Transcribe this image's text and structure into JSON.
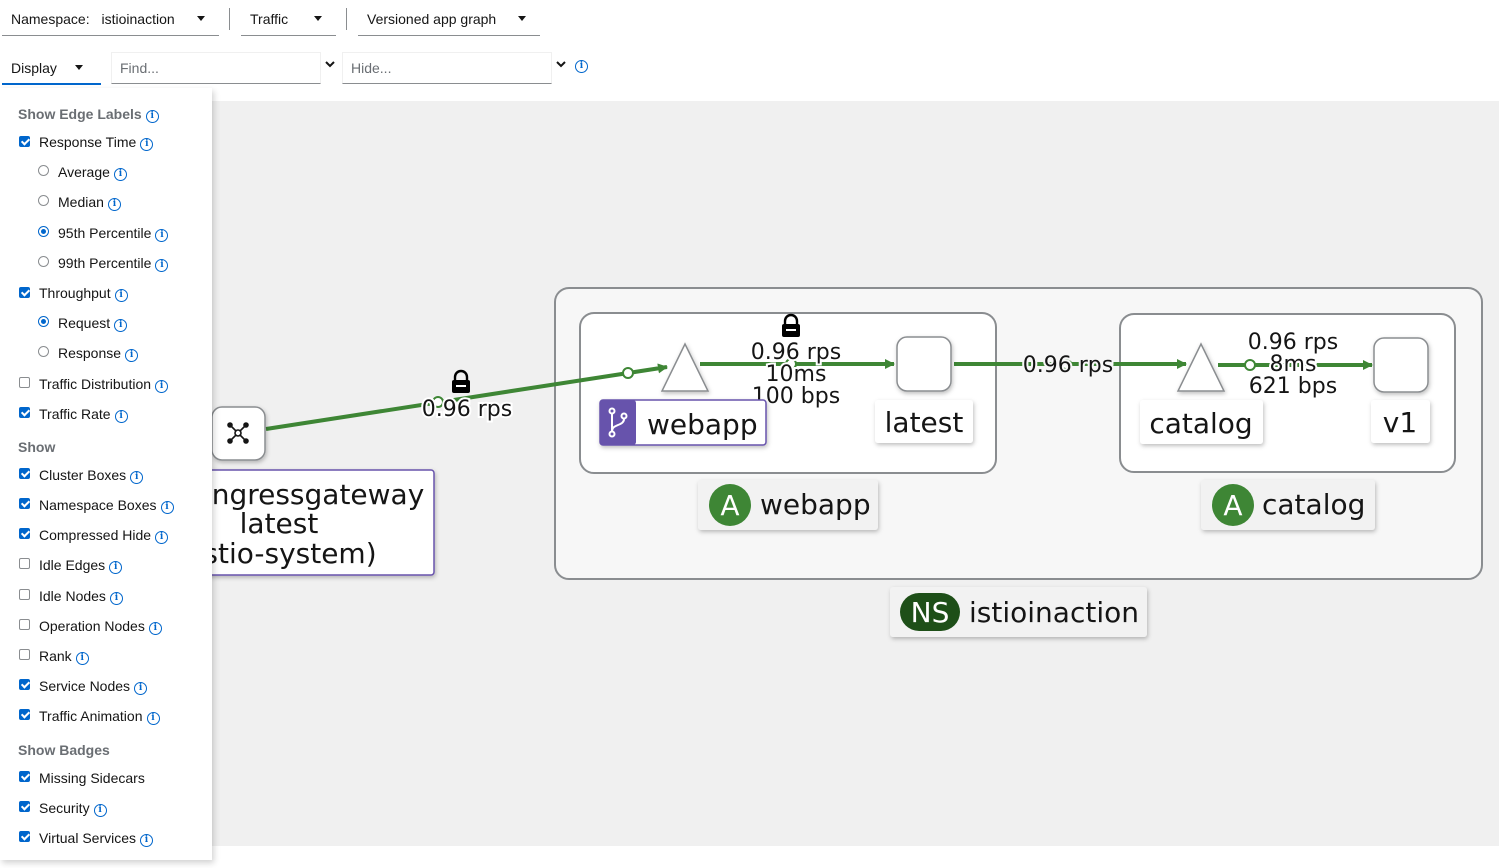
{
  "toolbar": {
    "namespace_label": "Namespace:",
    "namespace_value": "istioinaction",
    "traffic_label": "Traffic",
    "graph_type_label": "Versioned app graph",
    "display_label": "Display",
    "find_placeholder": "Find...",
    "hide_placeholder": "Hide..."
  },
  "display_menu": {
    "edge_labels_heading": "Show Edge Labels",
    "response_time": "Response Time",
    "average": "Average",
    "median": "Median",
    "p95": "95th Percentile",
    "p99": "99th Percentile",
    "throughput": "Throughput",
    "request": "Request",
    "response": "Response",
    "traffic_distribution": "Traffic Distribution",
    "traffic_rate": "Traffic Rate",
    "show_heading": "Show",
    "cluster_boxes": "Cluster Boxes",
    "namespace_boxes": "Namespace Boxes",
    "compressed_hide": "Compressed Hide",
    "idle_edges": "Idle Edges",
    "idle_nodes": "Idle Nodes",
    "operation_nodes": "Operation Nodes",
    "rank": "Rank",
    "service_nodes": "Service Nodes",
    "traffic_animation": "Traffic Animation",
    "badges_heading": "Show Badges",
    "missing_sidecars": "Missing Sidecars",
    "security": "Security",
    "virtual_services": "Virtual Services"
  },
  "graph": {
    "gateway_line1": "ngressgateway",
    "gateway_line2": "latest",
    "gateway_line3": "stio-system)",
    "edge_gateway_webapp": "0.96 rps",
    "webapp_edge_rps": "0.96 rps",
    "webapp_edge_ms": "10ms",
    "webapp_edge_bps": "100 bps",
    "webapp_service": "webapp",
    "webapp_version": "latest",
    "webapp_app_badge": "A",
    "webapp_app": "webapp",
    "edge_webapp_catalog": "0.96 rps",
    "catalog_edge_rps": "0.96 rps",
    "catalog_edge_ms": "8ms",
    "catalog_edge_bps": "621 bps",
    "catalog_service": "catalog",
    "catalog_version": "v1",
    "catalog_app_badge": "A",
    "catalog_app": "catalog",
    "ns_badge": "NS",
    "ns_label": "istioinaction",
    "colors": {
      "edge": "#3e8635",
      "app_badge": "#3e8635",
      "ns_badge": "#1e4f18",
      "vs_badge": "#6753ac"
    }
  }
}
